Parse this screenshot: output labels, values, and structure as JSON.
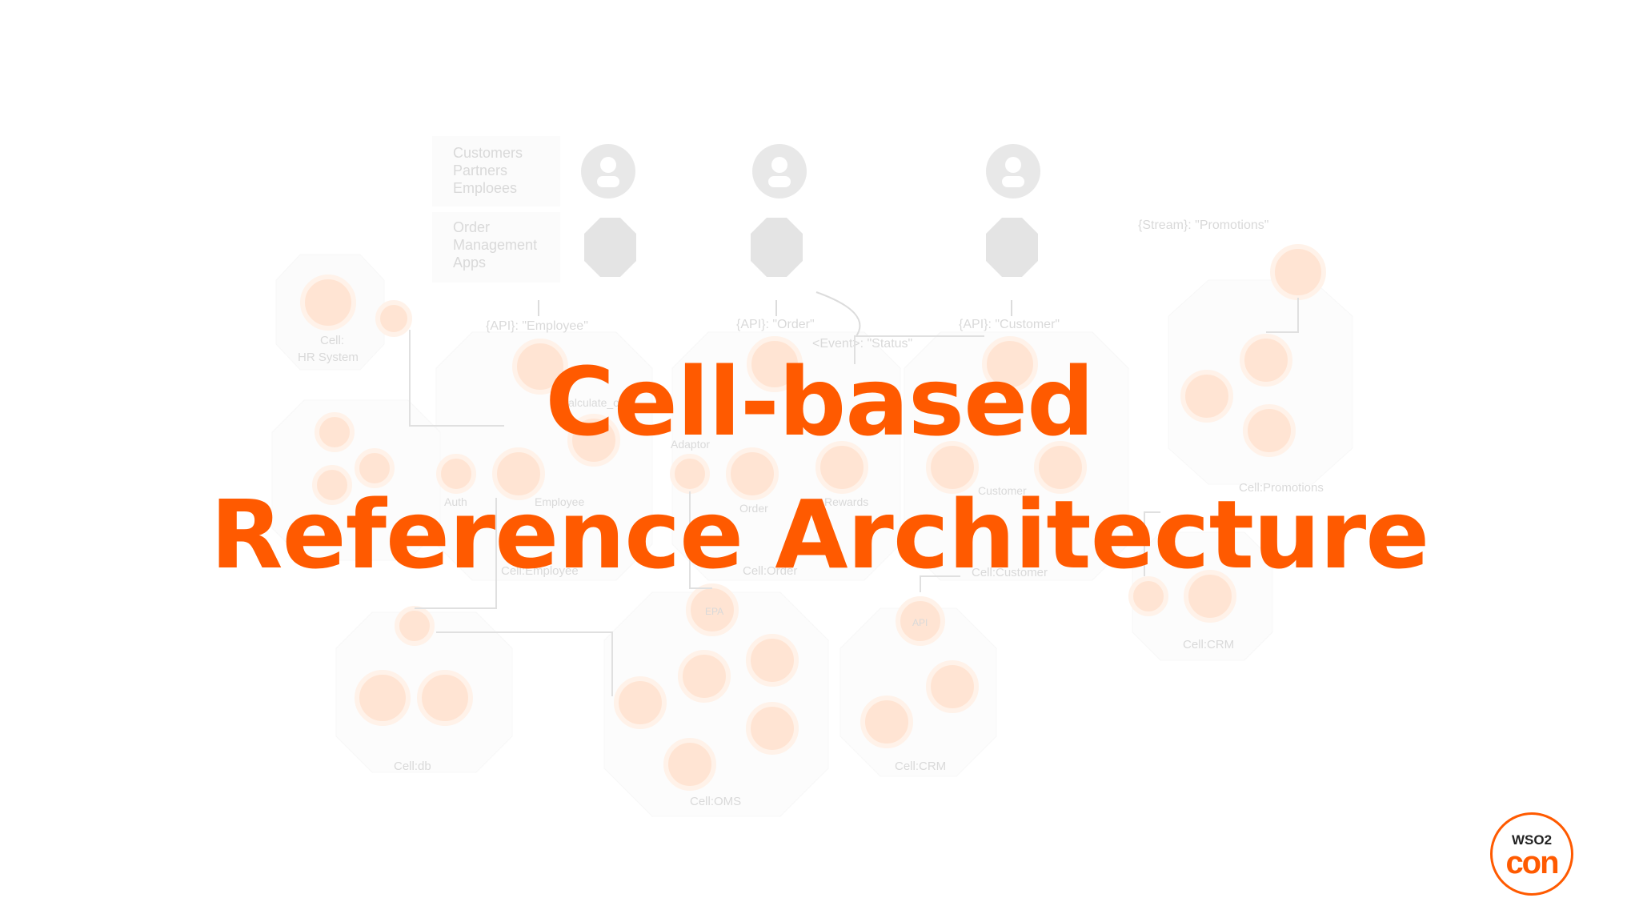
{
  "slide": {
    "title_line1": "Cell-based",
    "title_line2": "Reference Architecture",
    "accent_color": "#ff5a00"
  },
  "logo": {
    "top_text": "WSO2",
    "bottom_text": "con"
  },
  "diagram": {
    "consumer_types": [
      "Customers",
      "Partners",
      "Emploees"
    ],
    "app_group": [
      "Order",
      "Management",
      "Apps"
    ],
    "apis": [
      "{API}: \"Employee\"",
      "{API}: \"Order\"",
      "{API}: \"Customer\""
    ],
    "event_label": "<Event>: \"Status\"",
    "stream_label": "{Stream}: \"Promotions\"",
    "component_labels": [
      "Auth",
      "Employee",
      "Adaptor",
      "Order",
      "Rewards",
      "Customer",
      "Calculate_ot"
    ],
    "cell_labels": [
      "Cell:",
      "HR System",
      "Cell:Employee",
      "Cell:Order",
      "Cell:Customer",
      "Cell:Promotions",
      "Cell:CRM",
      "Cell:db",
      "Cell:OMS",
      "Cell:CRM"
    ],
    "node_glyphs": [
      "EPA",
      "API"
    ]
  }
}
